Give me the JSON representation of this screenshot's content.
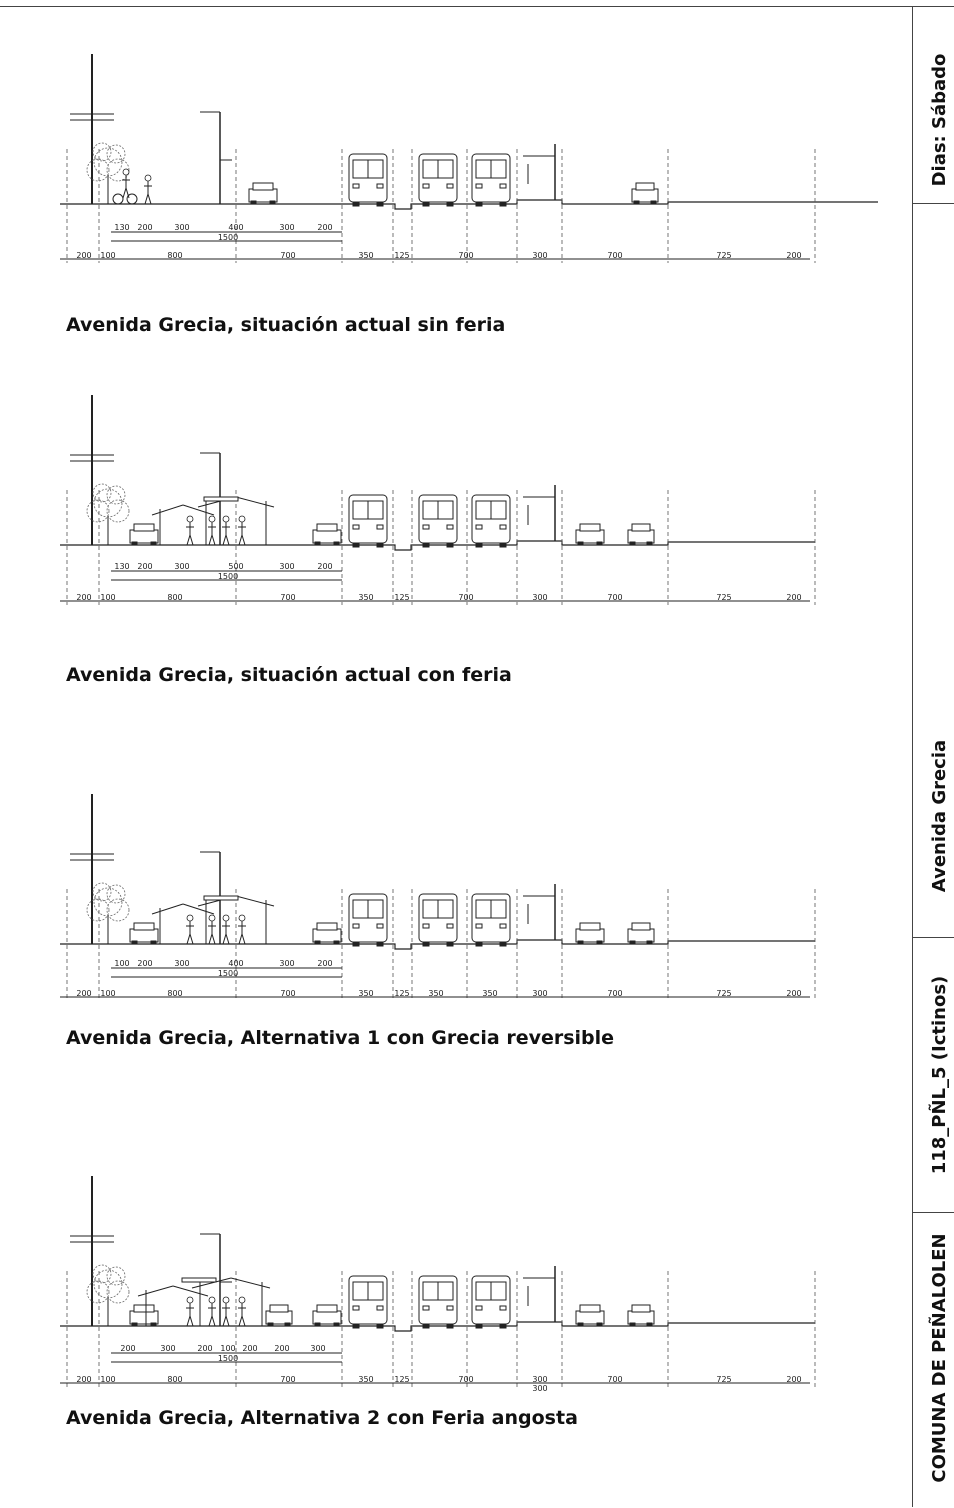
{
  "sidebar": {
    "days": "Dias: Sábado",
    "street": "Avenida Grecia",
    "code": "118_PÑL_5 (Ictinos)",
    "commune": "COMUNA DE PEÑALOLEN"
  },
  "sections": [
    {
      "caption": "Avenida Grecia, situación actual sin feria",
      "feria": false,
      "top_dims": [
        "130",
        "200",
        "300",
        "400",
        "300",
        "200"
      ],
      "total_dim": "1500",
      "bottom_dims": [
        "200",
        "100",
        "800",
        "700",
        "350",
        "125",
        "700",
        "300",
        "700",
        "725",
        "200"
      ],
      "extra_dim": ""
    },
    {
      "caption": "Avenida Grecia, situación actual con feria",
      "feria": true,
      "top_dims": [
        "130",
        "200",
        "300",
        "500",
        "300",
        "200"
      ],
      "total_dim": "1500",
      "bottom_dims": [
        "200",
        "100",
        "800",
        "700",
        "350",
        "125",
        "700",
        "300",
        "700",
        "725",
        "200"
      ],
      "extra_dim": ""
    },
    {
      "caption": "Avenida Grecia, Alternativa 1 con Grecia reversible",
      "feria": true,
      "top_dims": [
        "100",
        "200",
        "300",
        "400",
        "300",
        "200"
      ],
      "total_dim": "1500",
      "bottom_dims": [
        "200",
        "100",
        "800",
        "700",
        "350",
        "125",
        "350",
        "350",
        "300",
        "700",
        "725",
        "200"
      ],
      "extra_dim": ""
    },
    {
      "caption": "Avenida Grecia, Alternativa 2 con Feria angosta",
      "feria": true,
      "top_dims": [
        "200",
        "300",
        "200",
        "100",
        "200",
        "200",
        "300"
      ],
      "total_dim": "1500",
      "bottom_dims": [
        "200",
        "100",
        "800",
        "700",
        "350",
        "125",
        "700",
        "300",
        "700",
        "725",
        "200"
      ],
      "extra_dim": "300"
    }
  ]
}
